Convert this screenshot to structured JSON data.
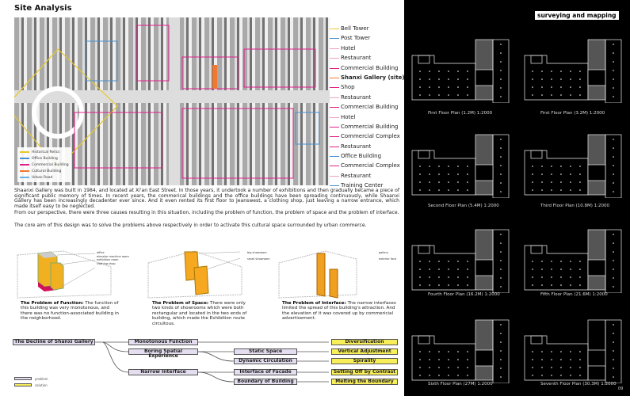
{
  "left": {
    "title": "Site Analysis",
    "legend": [
      {
        "label": "Historical Relics",
        "color": "#e8c92a"
      },
      {
        "label": "Office Building",
        "color": "#4a90d0"
      },
      {
        "label": "Commercial Building",
        "color": "#e0208a"
      },
      {
        "label": "Cultural Building",
        "color": "#f07830"
      },
      {
        "label": "Urban Road",
        "color": "#6ab0e0"
      }
    ],
    "map_labels": [
      {
        "label": "Bell Tower",
        "color": "#e8c92a"
      },
      {
        "label": "Post Tower",
        "color": "#4a90d0"
      },
      {
        "label": "Hotel",
        "color": "#f0a0c8"
      },
      {
        "label": "Restaurant",
        "color": "#f0a0c8"
      },
      {
        "label": "Commercial Building",
        "color": "#e0208a"
      },
      {
        "label": "Shanxi Gallery (site)",
        "color": "#f07830"
      },
      {
        "label": "Shop",
        "color": "#e0208a"
      },
      {
        "label": "Restaurant",
        "color": "#f0a0c8"
      },
      {
        "label": "Commercial Building",
        "color": "#e0208a"
      },
      {
        "label": "Hotel",
        "color": "#f0a0c8"
      },
      {
        "label": "Commercial Building",
        "color": "#e0208a"
      },
      {
        "label": "Commercial Complex",
        "color": "#e0208a"
      },
      {
        "label": "Restaurant",
        "color": "#e0208a"
      },
      {
        "label": "Office Building",
        "color": "#4a90d0"
      },
      {
        "label": "Commercial Complex",
        "color": "#e0208a"
      },
      {
        "label": "Restaurant",
        "color": "#f0a0c8"
      },
      {
        "label": "Training Center",
        "color": "#4a90d0"
      }
    ],
    "para1": "Shaanxi Gallery was built in 1984, and located at Xi'an East Street. In those years, it undertook a number of exhibitions and then gradually became a piece of significant public memory of times. In recent years, the commerical buildings and the office buildings have been spreading continuously, while Shaanxi Gallery has been increasingly decadenter ever since. And it even rented its first floor to Jeanswest, a clothing shop, just leaving a narrow entrance, which made itself easy to be neglected.",
    "para2": "From our perspective, there were three causes resulting in this situation, including the problem of function, the problem of space and the problem of interface.",
    "para3": "The core aim of this design was to solve the problems above respectively in order to activate this cultural space surrounded by urban commerce.",
    "axo_labels": {
      "a": [
        "office",
        "elevator machine room",
        "exhibition room",
        "clothing shop"
      ],
      "b": [
        "big showroom",
        "small showroom"
      ],
      "c": [
        "gallery",
        "exterior face"
      ]
    },
    "captions": [
      {
        "head": "The Problem of Function:",
        "body": " The function of this building was very monotonous, and there was no function-associated building in the neighborhood."
      },
      {
        "head": "The Problem of Space:",
        "body": " There were only two kinds of showrooms which were both rectangular and located in the two ends of building, which made the Exhibition route circuitous."
      },
      {
        "head": "The Problem of Interface:",
        "body": " The narrow interfaces limited the spread of this building's attraction. And the elevation of it was covered up by commericial advertisement."
      }
    ],
    "tree": {
      "root": "The Decline of Shanxi Gallery",
      "level1": [
        "Monotonous Function",
        "Boring Spatial Experience",
        "Narrow Interface"
      ],
      "level2": [
        "Static Space",
        "Dynamic Circulation",
        "Interface of Facade",
        "Boundary of Building"
      ],
      "solutions": [
        "Diversification",
        "Vertical Adjustment",
        "Spirality",
        "Setting Off by Contrast",
        "Melting the Boundary"
      ],
      "legend_problem": "problem",
      "legend_solution": "solution"
    }
  },
  "right": {
    "heading": "surveying and mapping",
    "plans": [
      "First Floor Plan (1.2M) 1:2000",
      "First Floor Plan (3.2M) 1:2000",
      "Second Floor Plan (5.4M) 1:2000",
      "Third Floor Plan (10.8M) 1:2000",
      "Fourth Floor Plan (16.2M) 1:2000",
      "Fifth Floor Plan (21.6M) 1:2000",
      "Sixth Floor Plan (27M) 1:2000",
      "Seventh Floor Plan (30.3M) 1:2000"
    ],
    "page": "09"
  }
}
